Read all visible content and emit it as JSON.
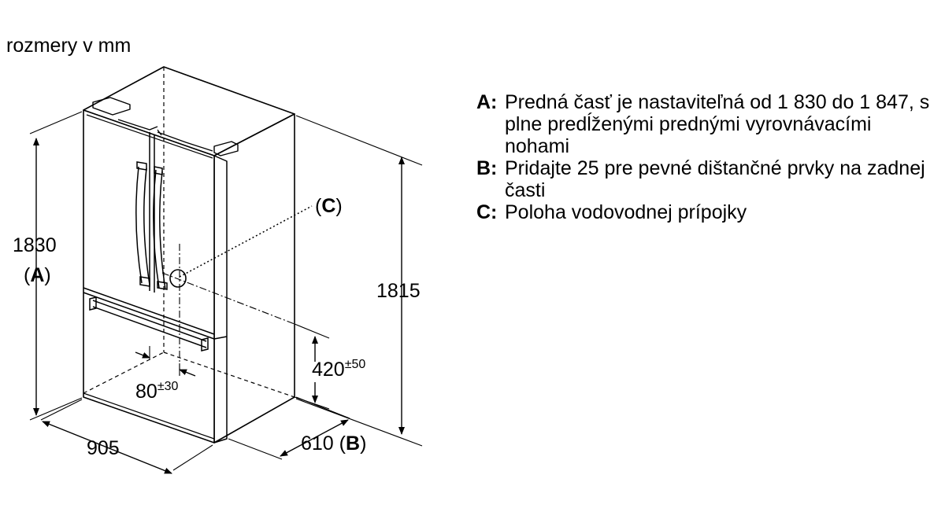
{
  "units_label": "rozmery v mm",
  "dimensions": {
    "height_value": "1830",
    "height_ref": "A",
    "depth_height_value": "1815",
    "width_value": "905",
    "depth_value": "610",
    "depth_ref": "B",
    "connection_height": "420",
    "connection_height_tol": "±50",
    "connection_offset": "80",
    "connection_offset_tol": "±30",
    "connection_ref": "C"
  },
  "legend": [
    {
      "key": "A:",
      "text": "Predná časť je nastaviteľná od 1 830 do 1 847, s plne predĺženými prednými vyrovnávacími nohami"
    },
    {
      "key": "B:",
      "text": "Pridajte 25 pre pevné dištančné prvky na zadnej časti"
    },
    {
      "key": "C:",
      "text": "Poloha vodovodnej prípojky"
    }
  ]
}
